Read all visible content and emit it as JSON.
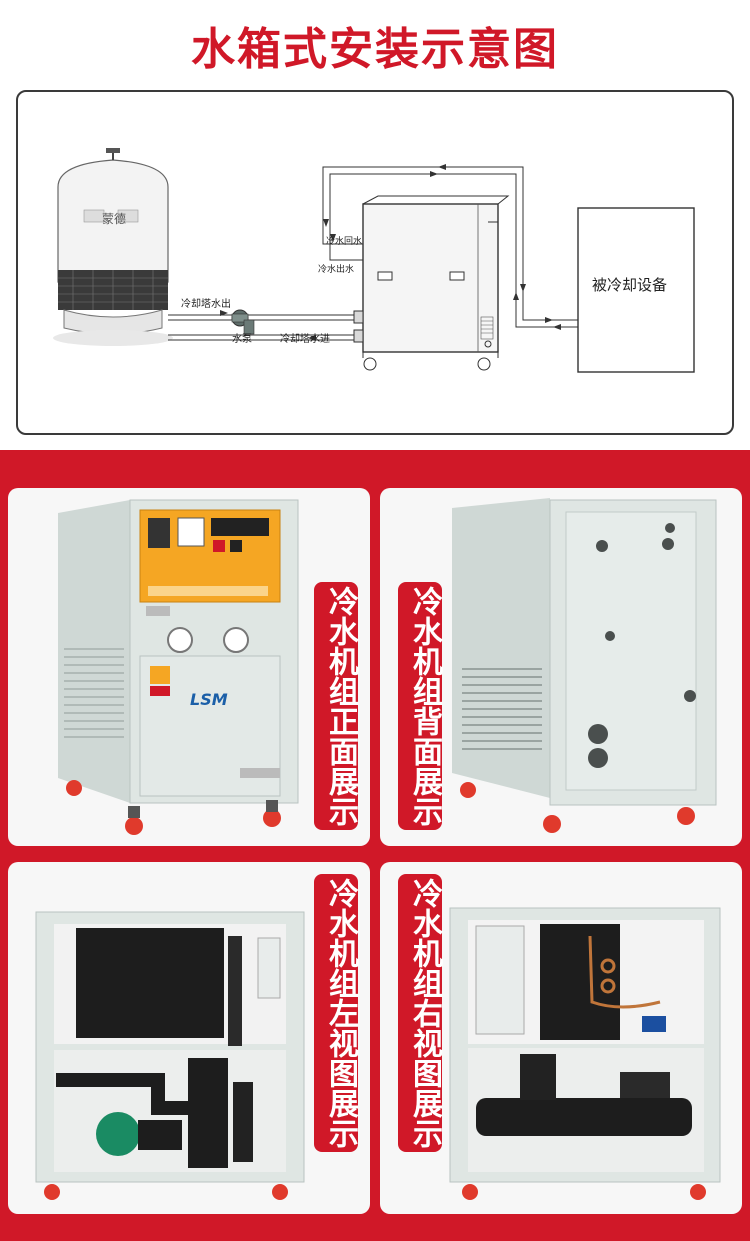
{
  "title": "水箱式安装示意图",
  "diagram": {
    "cooling_tower_outlet": "冷却塔水出",
    "cooling_tower_inlet": "冷却塔水进",
    "pump": "水泵",
    "chilled_return": "冷水回水",
    "chilled_out": "冷水出水",
    "cooled_device": "被冷却设备",
    "tower_badge": "蒙德"
  },
  "cards": [
    {
      "caption": "冷水机组正面展示",
      "logo": "LSM"
    },
    {
      "caption": "冷水机组背面展示"
    },
    {
      "caption": "冷水机组左视图展示"
    },
    {
      "caption": "冷水机组右视图展示"
    }
  ],
  "colors": {
    "accent": "#d01828",
    "panel": "#dfe6e3",
    "orange": "#f5a623",
    "wheel": "#e03a2c"
  }
}
